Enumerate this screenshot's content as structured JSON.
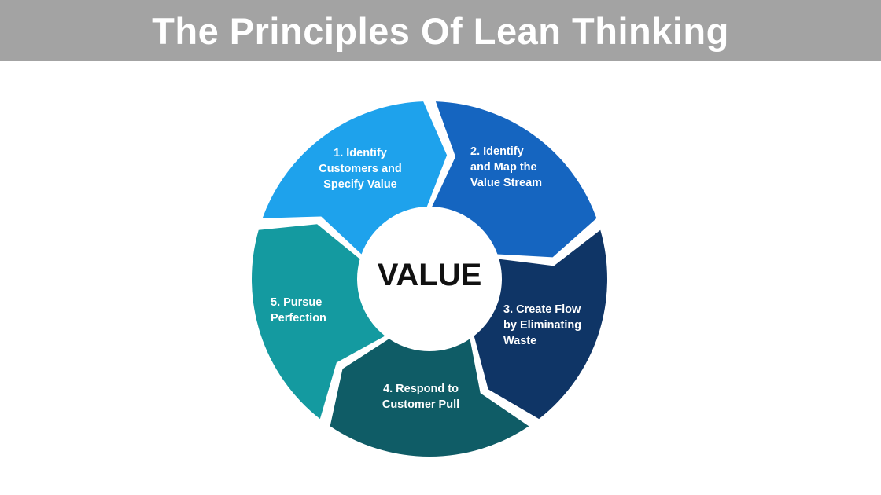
{
  "title": "The Principles Of Lean Thinking",
  "center_label": "VALUE",
  "steps": [
    {
      "lines": [
        "1. Identify",
        "Customers and",
        "Specify Value"
      ],
      "color": "#1ea2ec"
    },
    {
      "lines": [
        "2. Identify",
        "and Map the",
        "Value Stream"
      ],
      "color": "#1565c0"
    },
    {
      "lines": [
        "3. Create Flow",
        "by Eliminating",
        "Waste"
      ],
      "color": "#0f3566"
    },
    {
      "lines": [
        "4. Respond to",
        "Customer Pull"
      ],
      "color": "#0f5c66"
    },
    {
      "lines": [
        "5. Pursue",
        "Perfection"
      ],
      "color": "#149aa0"
    }
  ]
}
